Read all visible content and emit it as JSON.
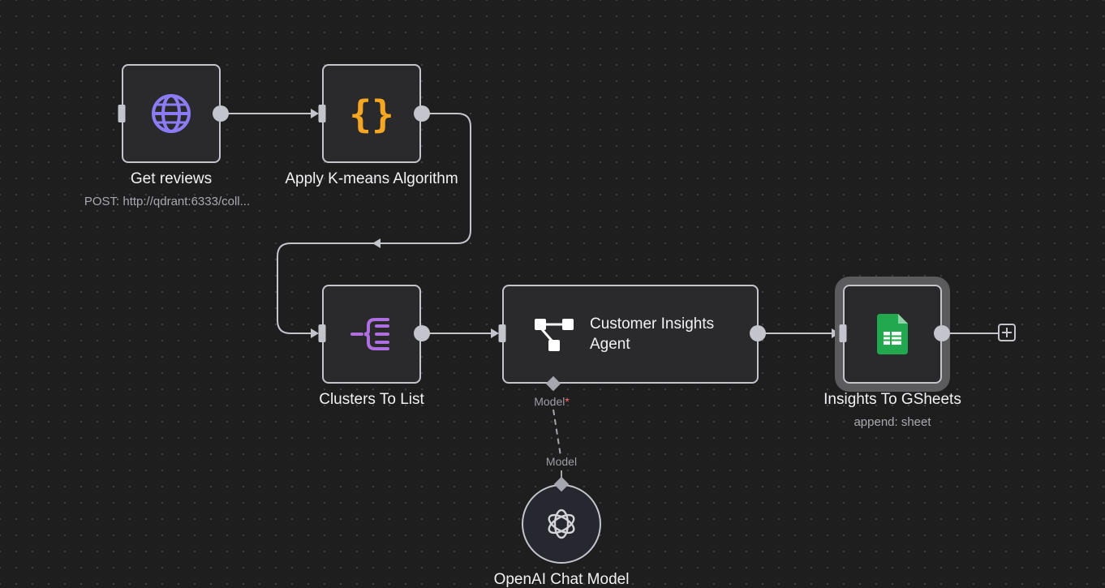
{
  "canvas": {
    "nodes": {
      "get_reviews": {
        "title": "Get reviews",
        "subtitle": "POST: http://qdrant:6333/coll...",
        "icon": "globe-icon",
        "icon_color": "#8b7cf6"
      },
      "kmeans": {
        "title": "Apply K-means Algorithm",
        "icon": "code-braces-icon",
        "icon_color": "#f5a623"
      },
      "clusters": {
        "title": "Clusters To List",
        "icon": "split-list-icon",
        "icon_color": "#b06fe0"
      },
      "agent": {
        "title": "Customer Insights Agent",
        "icon": "ai-agent-icon",
        "icon_color": "#ffffff"
      },
      "gsheets": {
        "title": "Insights To GSheets",
        "subtitle": "append: sheet",
        "icon": "google-sheets-icon",
        "icon_color": "#22a94f"
      },
      "openai": {
        "title": "OpenAI Chat Model",
        "icon": "openai-icon",
        "icon_color": "#d4d4da"
      }
    },
    "ports": {
      "agent_model_label": "Model",
      "agent_model_required": "*",
      "openai_model_label": "Model"
    },
    "add_icon": "plus-icon"
  }
}
